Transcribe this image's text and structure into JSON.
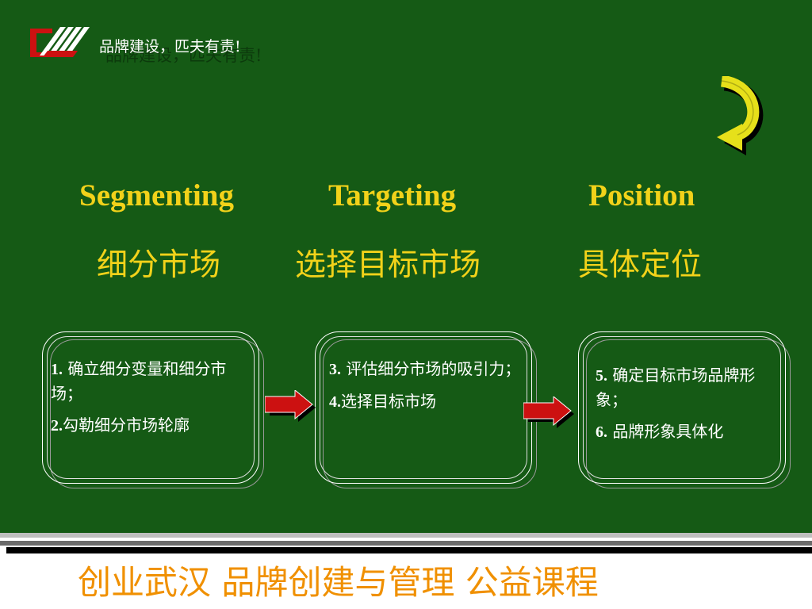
{
  "header": {
    "slogan": "品牌建设，匹夫有责!"
  },
  "colors": {
    "background": "#155a15",
    "heading": "#f2d21a",
    "arrow": "#cc1111",
    "footer": "#f09000",
    "logo": "#cc1111"
  },
  "icons": {
    "logo": "brand-logo-icon",
    "flow": "u-turn-arrow-icon",
    "next": "right-arrow-icon"
  },
  "stages": [
    {
      "english": "Segmenting",
      "chinese": "细分市场"
    },
    {
      "english": "Targeting",
      "chinese": "选择目标市场"
    },
    {
      "english": "Position",
      "chinese": "具体定位"
    }
  ],
  "steps": [
    {
      "items": [
        {
          "num": "1.",
          "text": " 确立细分变量和细分市场；"
        },
        {
          "num": "2.",
          "text": "勾勒细分市场轮廓"
        }
      ]
    },
    {
      "items": [
        {
          "num": "3.",
          "text": " 评估细分市场的吸引力；"
        },
        {
          "num": "4.",
          "text": "选择目标市场"
        }
      ]
    },
    {
      "items": [
        {
          "num": "5.",
          "text": " 确定目标市场品牌形象；"
        },
        {
          "num": "6.",
          "text": " 品牌形象具体化"
        }
      ]
    }
  ],
  "footer": {
    "text": "创业武汉  品牌创建与管理  公益课程"
  }
}
